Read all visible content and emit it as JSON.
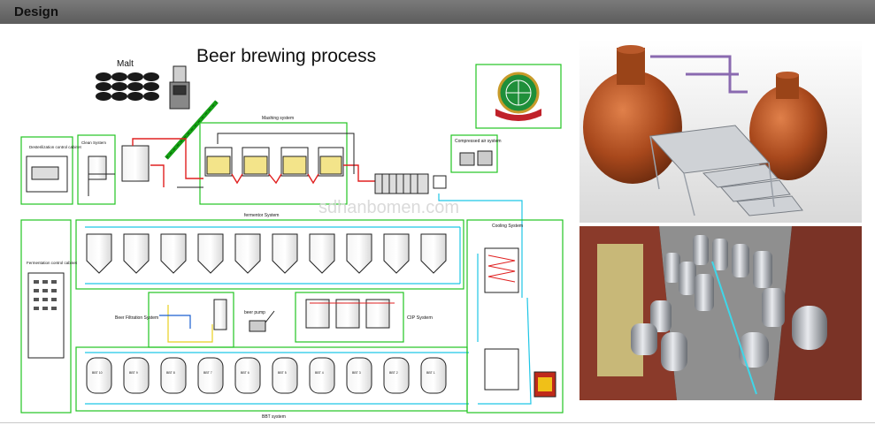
{
  "section": {
    "title": "Design"
  },
  "diagram": {
    "title": "Beer brewing process",
    "labels": {
      "malt": "Malt",
      "mashing": "Mashing system",
      "compressed_air": "Compressed air system",
      "desterilization": "Desterilization control cabinet",
      "clean_system": "Clean System",
      "fermentor_system": "fermentor System",
      "fermentation_cabinet": "Fermentation control cabinet",
      "cooling_system": "Cooling System",
      "beer_filtration": "Beer Filtration System",
      "beer_pump": "beer pump",
      "cip": "CIP System",
      "bbt": "BBT system"
    },
    "bbt_tanks": [
      "BBT 10",
      "BBT 9",
      "BBT 8",
      "BBT 7",
      "BBT 6",
      "BBT 5",
      "BBT 4",
      "BBT 3",
      "BBT 2",
      "BBT 1"
    ],
    "watermark": "sdhanbomen.com"
  },
  "colors": {
    "header": "#666666",
    "frame": "#22c522",
    "pipe_red": "#e02020",
    "pipe_cyan": "#1ec6e6",
    "pipe_blue": "#1a5fd0",
    "copper": "#b2521c"
  }
}
